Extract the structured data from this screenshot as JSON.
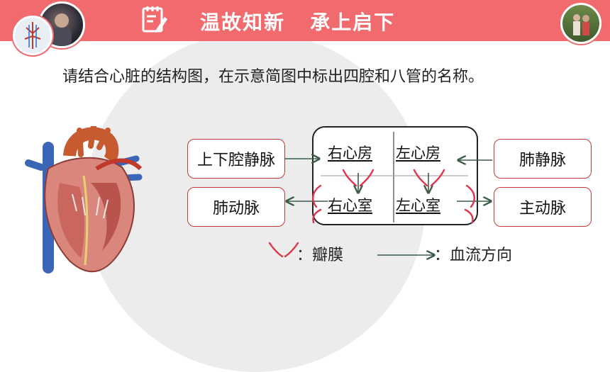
{
  "header": {
    "title": "温故知新   承上启下",
    "color": "#f06a6e"
  },
  "instruction": "请结合心脏的结构图，在示意简图中标出四腔和八管的名称。",
  "vessels": {
    "vena_cava": "上下腔静脉",
    "pulmonary_artery": "肺动脉",
    "pulmonary_vein": "肺静脉",
    "aorta": "主动脉"
  },
  "chambers": {
    "right_atrium": "右心房",
    "left_atrium": "左心房",
    "right_ventricle": "右心室",
    "left_ventricle": "左心室"
  },
  "legend": {
    "valve": "：瓣膜",
    "flow": "：血流方向"
  },
  "colors": {
    "valve": "#e0334f",
    "arrow": "#3d5c48",
    "border": "#c23a3a"
  },
  "icons": [
    "note-edit-icon",
    "heart-illustration",
    "avatar-photo-left",
    "avatar-photo-right"
  ]
}
